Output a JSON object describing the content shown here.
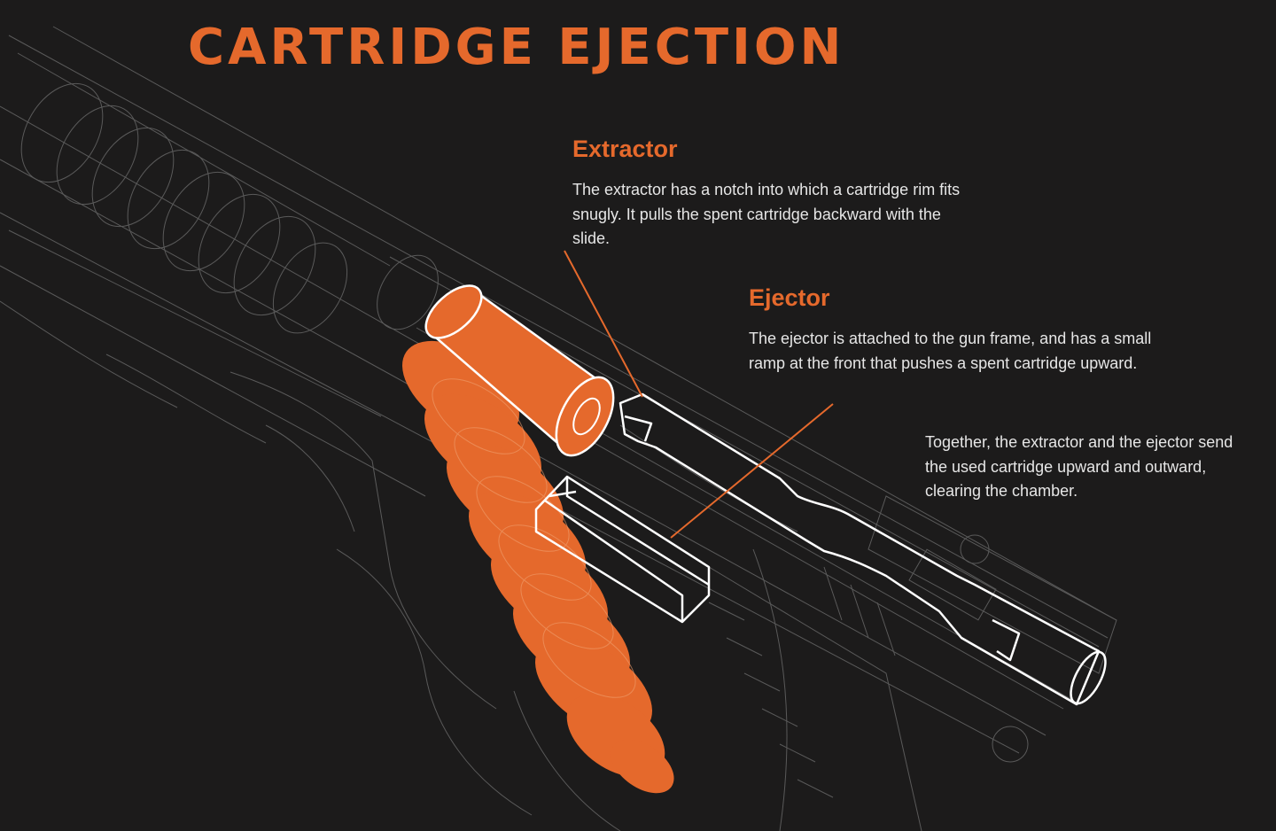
{
  "title": "CARTRIDGE EJECTION",
  "extractor": {
    "heading": "Extractor",
    "text": "The extractor has a notch into which a cartridge rim fits snugly. It pulls the spent cartridge backward with the slide."
  },
  "ejector": {
    "heading": "Ejector",
    "text": "The ejector is attached to the gun frame, and has a small ramp at the front that pushes a spent cartridge upward."
  },
  "summary": {
    "text": "Together, the extractor and the ejector send the used cartridge upward and outward, clearing the chamber."
  },
  "colors": {
    "background": "#1c1b1b",
    "accent": "#e5692c",
    "wireframe": "#8a8a8a",
    "outline": "#ffffff",
    "text": "#e6e6e6"
  }
}
